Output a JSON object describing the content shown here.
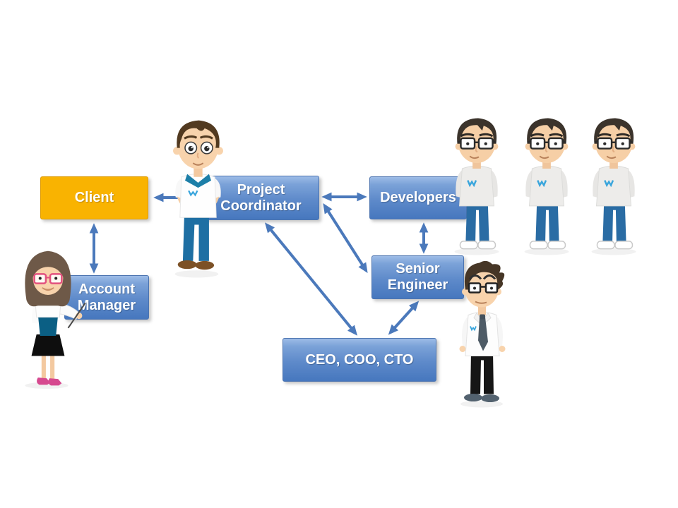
{
  "colors": {
    "background": "#FFFFFF",
    "node_blue_top": "#9DBCE7",
    "node_blue_bottom": "#4677BE",
    "node_blue_border": "#4C74B0",
    "client_fill": "#F9B301",
    "client_border": "#DE9A00",
    "arrow_blue": "#4B79BB",
    "node_text": "#FFFFFF"
  },
  "nodes": {
    "client": {
      "label": "Client"
    },
    "project_coordinator": {
      "label": "Project Coordinator"
    },
    "developers": {
      "label": "Developers"
    },
    "senior_engineer": {
      "label": "Senior Engineer"
    },
    "account_manager": {
      "label": "Account Manager"
    },
    "executives": {
      "label": "CEO, COO, CTO"
    }
  },
  "edges": [
    {
      "from": "Project Coordinator",
      "to": "Client",
      "direction": "bidirectional"
    },
    {
      "from": "Client",
      "to": "Account Manager",
      "direction": "bidirectional"
    },
    {
      "from": "Project Coordinator",
      "to": "Developers",
      "direction": "bidirectional"
    },
    {
      "from": "Developers",
      "to": "Senior Engineer",
      "direction": "bidirectional"
    },
    {
      "from": "Project Coordinator",
      "to": "Senior Engineer",
      "direction": "bidirectional"
    },
    {
      "from": "Project Coordinator",
      "to": "CEO, COO, CTO",
      "direction": "bidirectional"
    },
    {
      "from": "Senior Engineer",
      "to": "CEO, COO, CTO",
      "direction": "bidirectional"
    }
  ],
  "characters": [
    {
      "name": "project-coordinator-man"
    },
    {
      "name": "developer-1"
    },
    {
      "name": "developer-2"
    },
    {
      "name": "developer-3"
    },
    {
      "name": "senior-engineer-man"
    },
    {
      "name": "account-manager-woman"
    }
  ]
}
